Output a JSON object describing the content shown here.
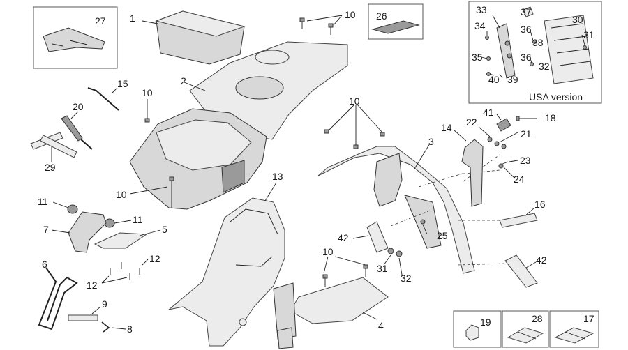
{
  "diagram": {
    "callouts": {
      "c1": "1",
      "c2": "2",
      "c3": "3",
      "c4": "4",
      "c5": "5",
      "c6": "6",
      "c7": "7",
      "c8": "8",
      "c9": "9",
      "c10a": "10",
      "c10b": "10",
      "c10c": "10",
      "c10d": "10",
      "c10e": "10",
      "c11a": "11",
      "c11b": "11",
      "c12a": "12",
      "c12b": "12",
      "c13": "13",
      "c14": "14",
      "c15": "15",
      "c16": "16",
      "c17": "17",
      "c18": "18",
      "c19": "19",
      "c20": "20",
      "c21": "21",
      "c22": "22",
      "c23": "23",
      "c24": "24",
      "c25": "25",
      "c26": "26",
      "c27": "27",
      "c28": "28",
      "c29": "29",
      "c30": "30",
      "c31a": "31",
      "c31b": "31",
      "c32a": "32",
      "c32b": "32",
      "c33": "33",
      "c34": "34",
      "c35": "35",
      "c36a": "36",
      "c36b": "36",
      "c37": "37",
      "c38": "38",
      "c39": "39",
      "c40": "40",
      "c41": "41",
      "c42a": "42",
      "c42b": "42"
    },
    "usa_version_label": "USA version"
  }
}
